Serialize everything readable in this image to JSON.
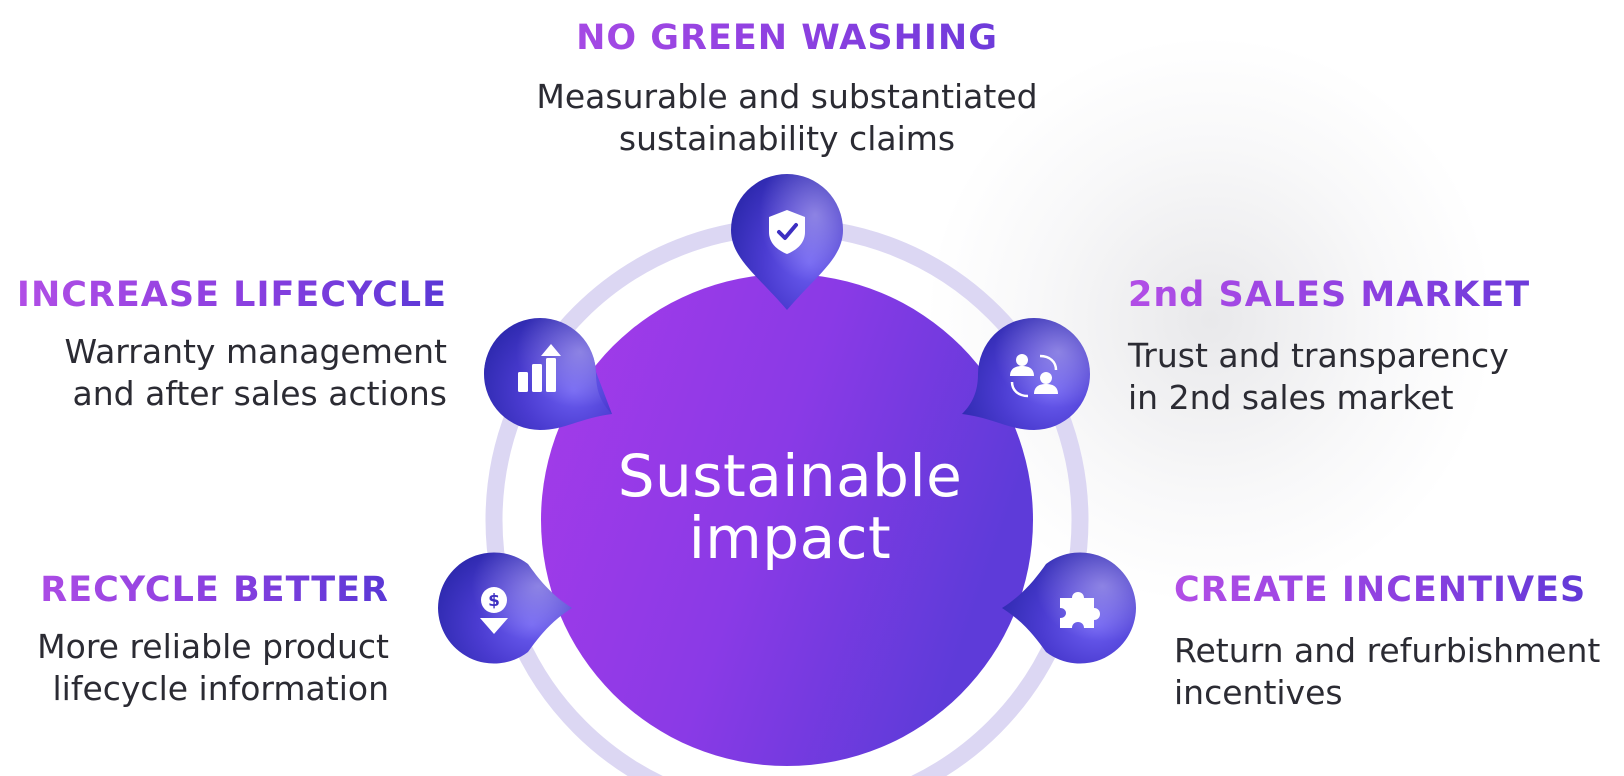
{
  "center": {
    "line1": "Sustainable",
    "line2": "impact"
  },
  "top": {
    "heading": "NO GREEN WASHING",
    "line1": "Measurable and substantiated",
    "line2": "sustainability claims",
    "icon": "shield-check-icon"
  },
  "upper_left": {
    "heading": "INCREASE LIFECYCLE",
    "line1": "Warranty management",
    "line2": "and after sales actions",
    "icon": "bar-chart-up-icon"
  },
  "upper_right": {
    "heading": "2nd SALES MARKET",
    "line1": "Trust and transparency",
    "line2": "in 2nd sales market",
    "icon": "users-exchange-icon"
  },
  "lower_left": {
    "heading": "RECYCLE BETTER",
    "line1": "More reliable product",
    "line2": "lifecycle information",
    "icon": "dollar-down-icon"
  },
  "lower_right": {
    "heading": "CREATE INCENTIVES",
    "line1": "Return and refurbishment",
    "line2": "incentives",
    "icon": "puzzle-piece-icon"
  },
  "colors": {
    "heading_start": "#b24ee6",
    "heading_end": "#5a38d6",
    "circle_start": "#a23ae8",
    "circle_end": "#5b3ad8",
    "ring": "#dcd7f3",
    "pin_dark": "#3c2fc0",
    "pin_light": "#6a5af0",
    "text": "#2b2b33"
  }
}
